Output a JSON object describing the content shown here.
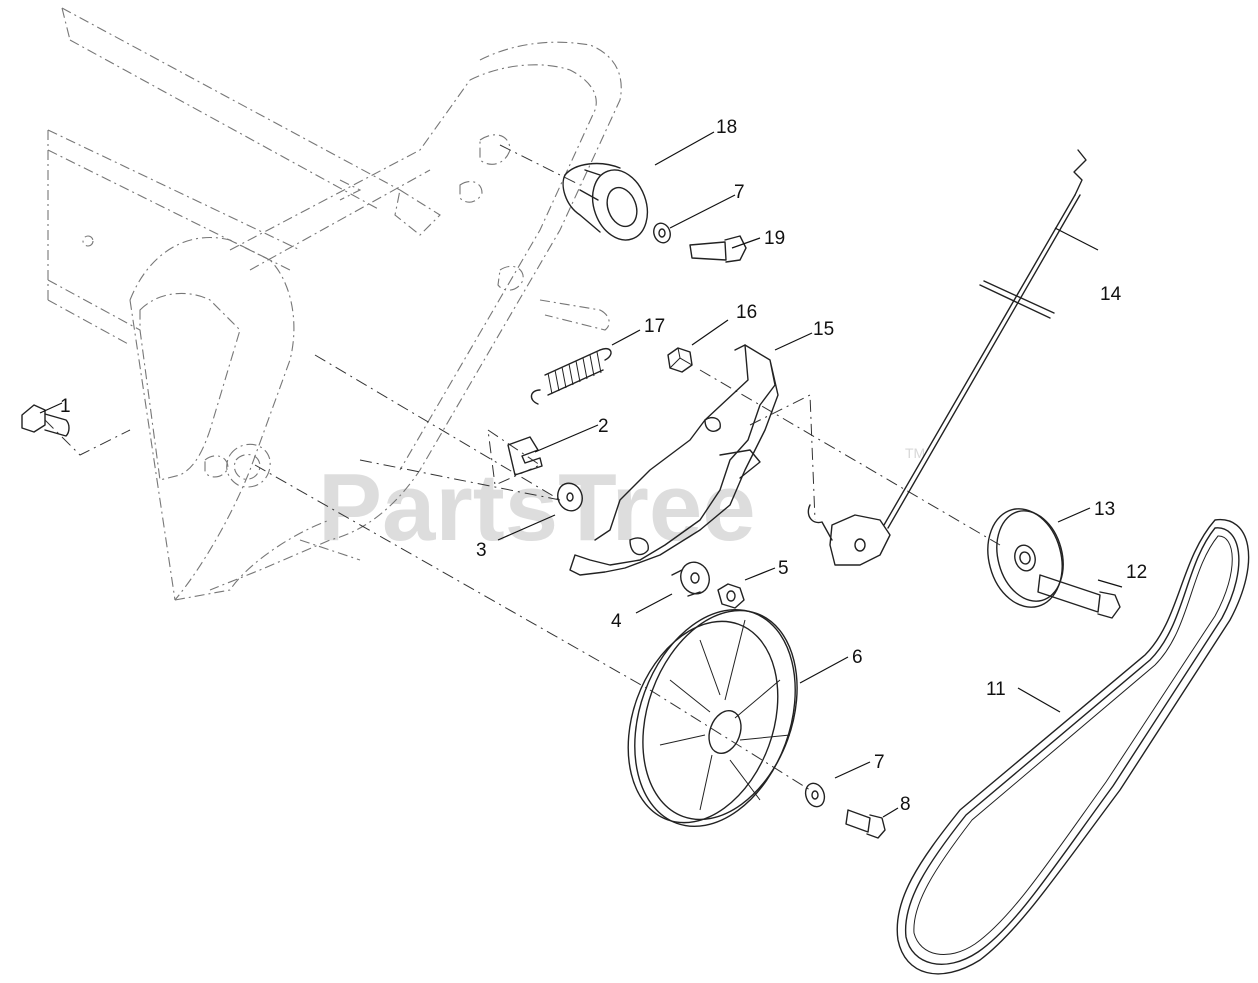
{
  "watermark": {
    "text": "PartsTree",
    "trademark": "TM"
  },
  "callouts": {
    "c1": "1",
    "c2": "2",
    "c3": "3",
    "c4": "4",
    "c5": "5",
    "c6": "6",
    "c7a": "7",
    "c7b": "7",
    "c8": "8",
    "c11": "11",
    "c12": "12",
    "c13": "13",
    "c14": "14",
    "c15": "15",
    "c16": "16",
    "c17": "17",
    "c18": "18",
    "c19": "19"
  },
  "colors": {
    "line": "#222222",
    "watermark": "#d8d8d8",
    "background": "#ffffff"
  }
}
